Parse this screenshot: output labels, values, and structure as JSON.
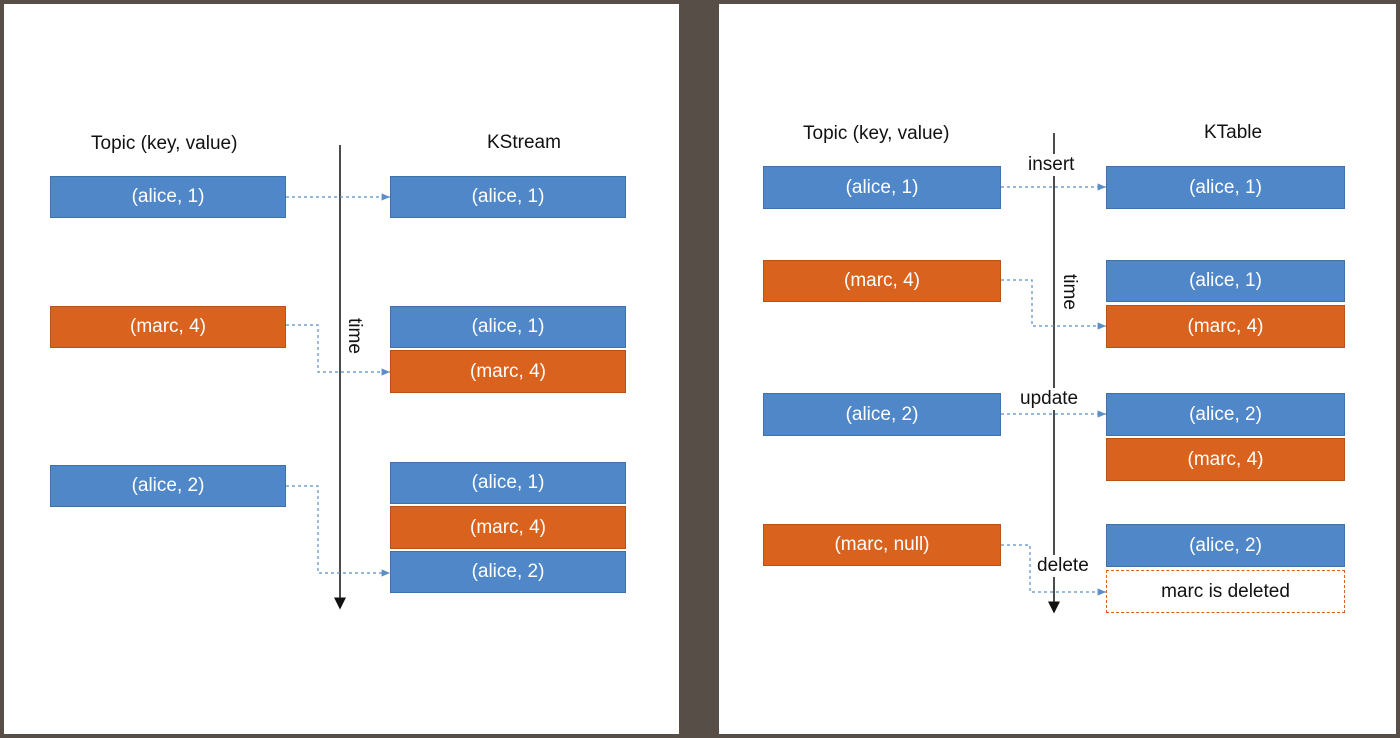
{
  "kstream": {
    "topic_header": "Topic (key, value)",
    "target_header": "KStream",
    "time_label": "time",
    "topic_records": [
      {
        "text": "(alice, 1)",
        "color": "blue"
      },
      {
        "text": "(marc, 4)",
        "color": "orange"
      },
      {
        "text": "(alice, 2)",
        "color": "blue"
      }
    ],
    "stream_states": [
      [
        {
          "text": "(alice, 1)",
          "color": "blue"
        }
      ],
      [
        {
          "text": "(alice, 1)",
          "color": "blue"
        },
        {
          "text": "(marc, 4)",
          "color": "orange"
        }
      ],
      [
        {
          "text": "(alice, 1)",
          "color": "blue"
        },
        {
          "text": "(marc, 4)",
          "color": "orange"
        },
        {
          "text": "(alice, 2)",
          "color": "blue"
        }
      ]
    ]
  },
  "ktable": {
    "topic_header": "Topic (key, value)",
    "target_header": "KTable",
    "time_label": "time",
    "topic_records": [
      {
        "text": "(alice, 1)",
        "color": "blue"
      },
      {
        "text": "(marc, 4)",
        "color": "orange"
      },
      {
        "text": "(alice, 2)",
        "color": "blue"
      },
      {
        "text": "(marc, null)",
        "color": "orange"
      }
    ],
    "operations": [
      "insert",
      "",
      "update",
      "delete"
    ],
    "table_states": [
      [
        {
          "text": "(alice, 1)",
          "color": "blue"
        }
      ],
      [
        {
          "text": "(alice, 1)",
          "color": "blue"
        },
        {
          "text": "(marc, 4)",
          "color": "orange"
        }
      ],
      [
        {
          "text": "(alice, 2)",
          "color": "blue"
        },
        {
          "text": "(marc, 4)",
          "color": "orange"
        }
      ],
      [
        {
          "text": "(alice, 2)",
          "color": "blue"
        },
        {
          "text": "marc is deleted",
          "color": "deleted"
        }
      ]
    ]
  },
  "colors": {
    "blue": "#4f87c8",
    "orange": "#d9621f",
    "arrow": "#5b8fc9",
    "axis": "#111111",
    "background": "#574f47"
  }
}
